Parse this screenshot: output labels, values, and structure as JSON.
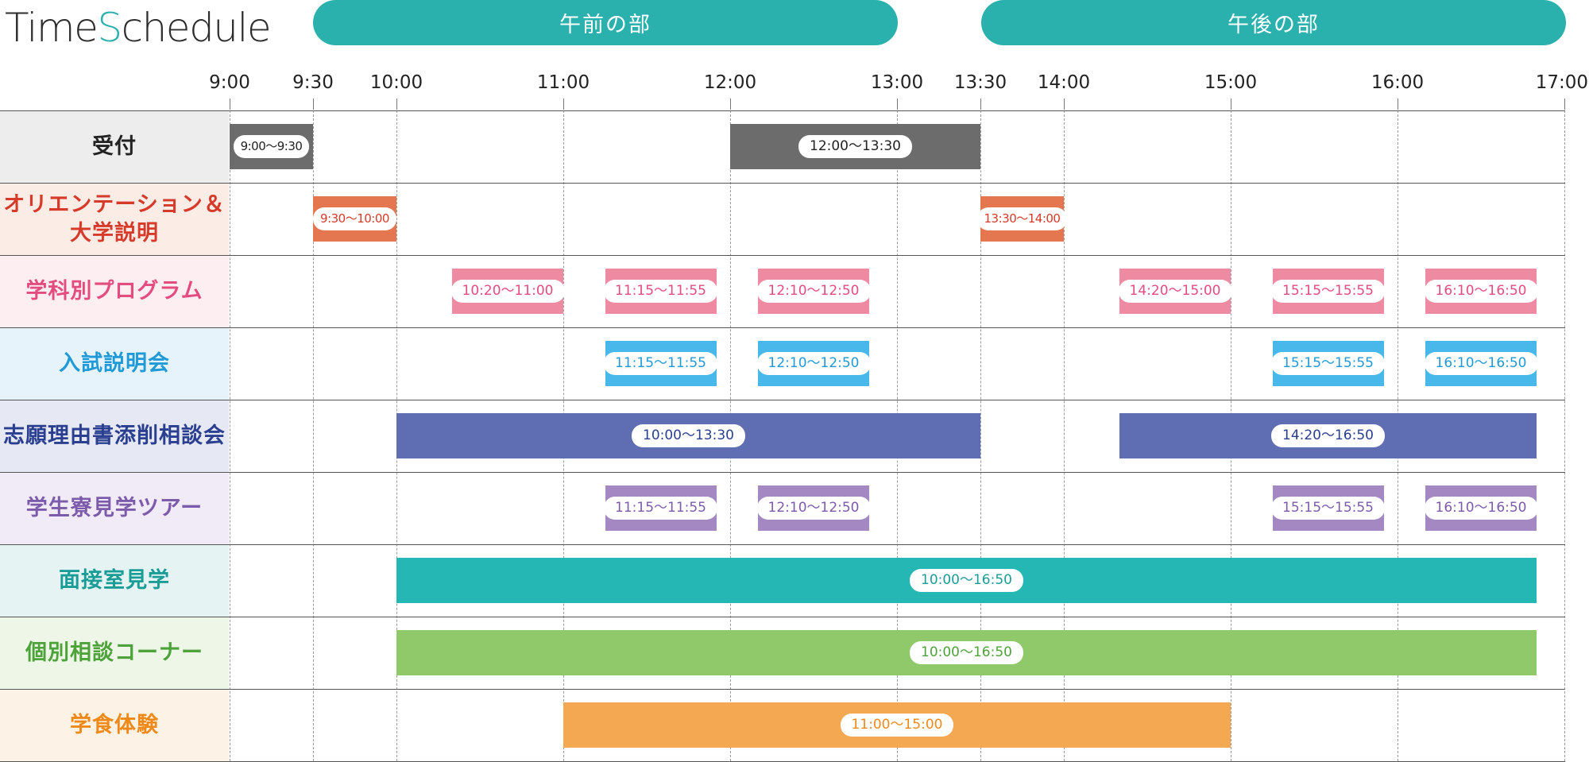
{
  "title": {
    "part1": "Time",
    "part2": "S",
    "part3": "chedule"
  },
  "periods": {
    "morning": "午前の部",
    "afternoon": "午後の部"
  },
  "colors": {
    "period": "#2ab0ad",
    "title_accent": "#2ab0ad"
  },
  "time_axis": [
    "9:00",
    "9:30",
    "10:00",
    "11:00",
    "12:00",
    "13:00",
    "13:30",
    "14:00",
    "15:00",
    "16:00",
    "17:00"
  ],
  "rows": [
    {
      "label": "受付",
      "label_color": "#222222",
      "bg": "#ededed",
      "bar_color": "#6c6c6c",
      "events": [
        {
          "start": "9:00",
          "end": "9:30",
          "text": "9:00〜9:30",
          "small": true
        },
        {
          "start": "12:00",
          "end": "13:30",
          "text": "12:00〜13:30"
        }
      ]
    },
    {
      "label": "オリエンテーション＆\n大学説明",
      "label_color": "#d63a2a",
      "bg": "#fbece5",
      "bar_color": "#e4774f",
      "events": [
        {
          "start": "9:30",
          "end": "10:00",
          "text": "9:30〜10:00",
          "small": true
        },
        {
          "start": "13:30",
          "end": "14:00",
          "text": "13:30〜14:00",
          "small": true
        }
      ]
    },
    {
      "label": "学科別プログラム",
      "label_color": "#e34c7e",
      "bg": "#fdeef2",
      "bar_color": "#ee8ba3",
      "events": [
        {
          "start": "10:20",
          "end": "11:00",
          "text": "10:20〜11:00"
        },
        {
          "start": "11:15",
          "end": "11:55",
          "text": "11:15〜11:55"
        },
        {
          "start": "12:10",
          "end": "12:50",
          "text": "12:10〜12:50"
        },
        {
          "start": "14:20",
          "end": "15:00",
          "text": "14:20〜15:00"
        },
        {
          "start": "15:15",
          "end": "15:55",
          "text": "15:15〜15:55"
        },
        {
          "start": "16:10",
          "end": "16:50",
          "text": "16:10〜16:50"
        }
      ]
    },
    {
      "label": "入試説明会",
      "label_color": "#1f9ad6",
      "bg": "#e6f3fb",
      "bar_color": "#48b7e9",
      "events": [
        {
          "start": "11:15",
          "end": "11:55",
          "text": "11:15〜11:55"
        },
        {
          "start": "12:10",
          "end": "12:50",
          "text": "12:10〜12:50"
        },
        {
          "start": "15:15",
          "end": "15:55",
          "text": "15:15〜15:55"
        },
        {
          "start": "16:10",
          "end": "16:50",
          "text": "16:10〜16:50"
        }
      ]
    },
    {
      "label": "志願理由書添削相談会",
      "label_color": "#2a3f8f",
      "bg": "#e6e8f3",
      "bar_color": "#5f6db3",
      "events": [
        {
          "start": "10:00",
          "end": "13:30",
          "text": "10:00〜13:30"
        },
        {
          "start": "14:20",
          "end": "16:50",
          "text": "14:20〜16:50"
        }
      ]
    },
    {
      "label": "学生寮見学ツアー",
      "label_color": "#7d5bab",
      "bg": "#f0ebf6",
      "bar_color": "#a488c2",
      "events": [
        {
          "start": "11:15",
          "end": "11:55",
          "text": "11:15〜11:55"
        },
        {
          "start": "12:10",
          "end": "12:50",
          "text": "12:10〜12:50"
        },
        {
          "start": "15:15",
          "end": "15:55",
          "text": "15:15〜15:55"
        },
        {
          "start": "16:10",
          "end": "16:50",
          "text": "16:10〜16:50"
        }
      ]
    },
    {
      "label": "面接室見学",
      "label_color": "#1a9c97",
      "bg": "#e5f4f3",
      "bar_color": "#25b7b3",
      "events": [
        {
          "start": "10:00",
          "end": "16:50",
          "text": "10:00〜16:50"
        }
      ]
    },
    {
      "label": "個別相談コーナー",
      "label_color": "#4da33a",
      "bg": "#edf6e7",
      "bar_color": "#8fc96a",
      "events": [
        {
          "start": "10:00",
          "end": "16:50",
          "text": "10:00〜16:50"
        }
      ]
    },
    {
      "label": "学食体験",
      "label_color": "#ef8a1a",
      "bg": "#fdf2e6",
      "bar_color": "#f4a851",
      "events": [
        {
          "start": "11:00",
          "end": "15:00",
          "text": "11:00〜15:00"
        }
      ]
    }
  ]
}
